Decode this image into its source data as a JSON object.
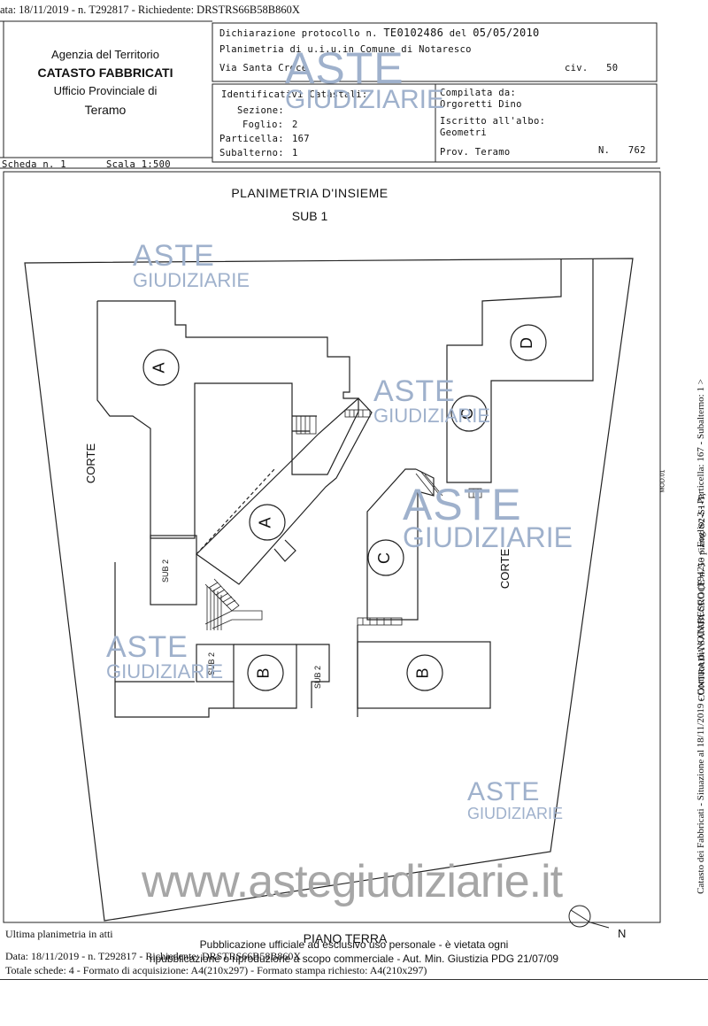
{
  "header": {
    "top_line": "ata: 18/11/2019 - n. T292817 - Richiedente: DRSTRS66B58B860X",
    "agency": {
      "line1": "Agenzia del Territorio",
      "line2": "CATASTO FABBRICATI",
      "line3": "Ufficio Provinciale di",
      "line4": "Teramo"
    },
    "declaration": {
      "protocol_label": "Dichiarazione protocollo n.",
      "protocol_number": "TE0102486",
      "date_label": "del",
      "date": "05/05/2010",
      "plan_line": "Planimetria di u.i.u.in Comune di Notaresco",
      "address": "Via Santa Croce",
      "civ_label": "civ.",
      "civ_value": "50"
    },
    "identifiers": {
      "title": "Identificativi Catastali:",
      "sezione_label": "Sezione:",
      "sezione_value": "",
      "foglio_label": "Foglio:",
      "foglio_value": "2",
      "particella_label": "Particella:",
      "particella_value": "167",
      "subalterno_label": "Subalterno:",
      "subalterno_value": "1"
    },
    "compiler": {
      "compiled_label": "Compilata da:",
      "compiled_value": "Orgoretti Dino",
      "albo_label": "Iscritto all'albo:",
      "albo_value": "Geometri",
      "prov_label": "Prov.",
      "prov_value": "Teramo",
      "n_label": "N.",
      "n_value": "762"
    },
    "scheda": "Scheda n. 1",
    "scala": "Scala 1:500"
  },
  "plan": {
    "title": "PLANIMETRIA D'INSIEME",
    "subtitle": "SUB 1",
    "labels": {
      "corte_left": "CORTE",
      "corte_right": "CORTE",
      "sub2": "SUB 2",
      "A": "A",
      "B": "B",
      "C": "C",
      "D": "D",
      "north": "N",
      "piano": "PIANO TERRA",
      "tiny_mark": "MOD.01"
    }
  },
  "side_text": {
    "line1": "Catasto dei Fabbricati - Situazione al 18/11/2019 - Comune di NOTARESCO (F942) - < Foglio: 2 - Particella: 167 - Subalterno: 1 >",
    "line2": "CONTRADA SANTA CROCE n. 50 piano: S2-S1-T;"
  },
  "footer": {
    "ultima": "Ultima planimetria in atti",
    "data_line": "Data: 18/11/2019 - n. T292817 - Richiedente: DRSTRS66B58B860X",
    "totale_line": "Totale schede: 4 - Formato di acquisizione: A4(210x297) - Formato stampa richiesto: A4(210x297)",
    "pub_line1": "Pubblicazione ufficiale ad esclusivo uso personale - è vietata ogni",
    "pub_line2": "ripubblicazione o riproduzione a scopo commerciale - Aut. Min. Giustizia PDG 21/07/09"
  },
  "watermark": {
    "aste": "ASTE",
    "giudiziarie": "GIUDIZIARIE",
    "url": "www.astegiudiziarie.it",
    "color": "#9fb1cc"
  }
}
